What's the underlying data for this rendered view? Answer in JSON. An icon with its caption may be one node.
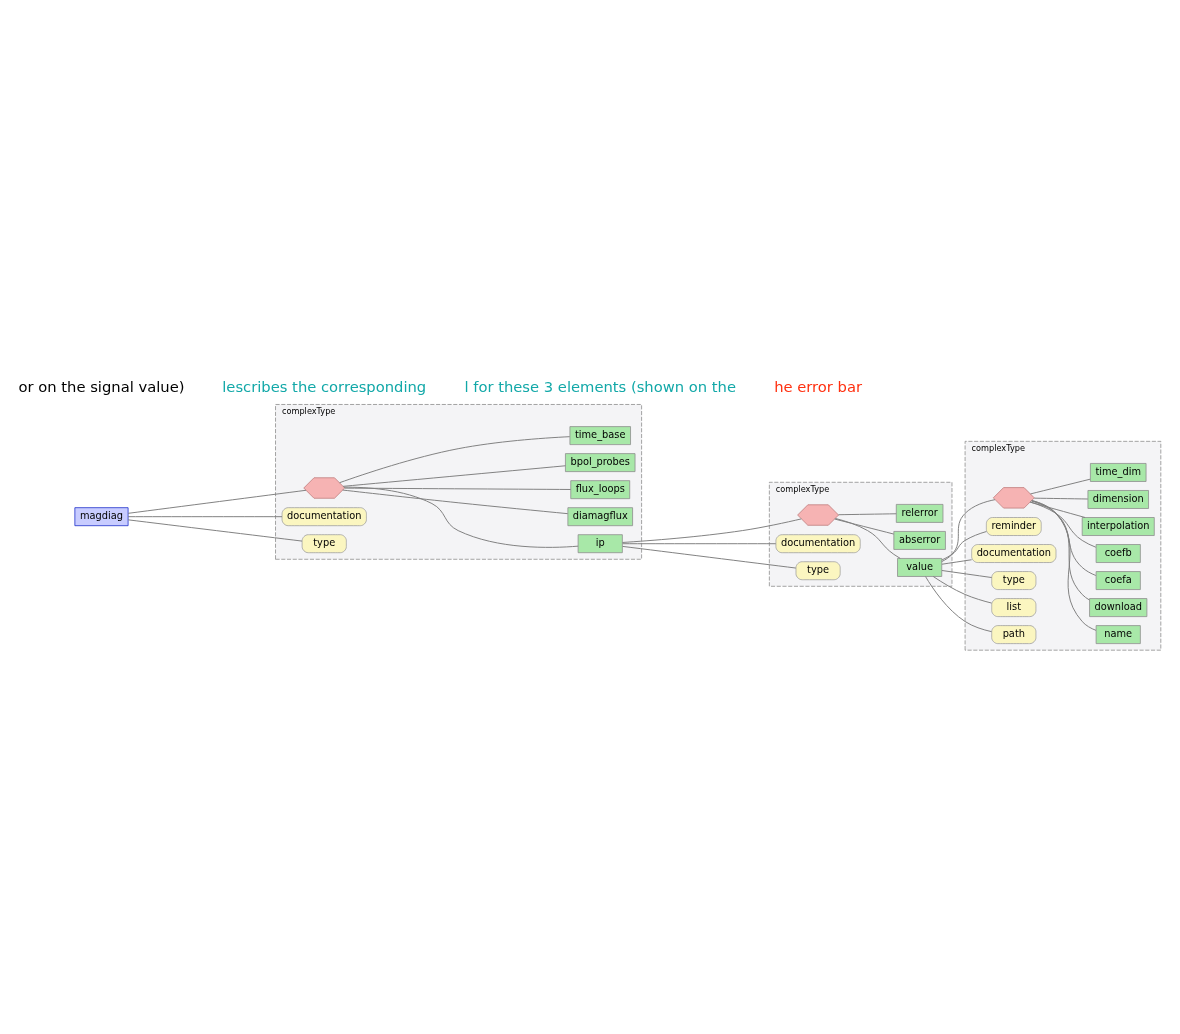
{
  "diagram": {
    "nodes": [
      {
        "text": [
          "magdiag"
        ]
      },
      {
        "text": [
          "complexType"
        ]
      },
      {
        "text": [],
        "shape": "hexagon",
        "in": 1
      },
      {
        "text": [
          "ip"
        ],
        "in": 1
      },
      {
        "text": [
          "diamagflux"
        ],
        "in": 1
      },
      {
        "text": [
          "flux_loops"
        ],
        "in": 1
      },
      {
        "text": [
          "bpol_probes"
        ],
        "in": 1
      },
      {
        "text": [
          "time_base"
        ],
        "in": 1
      },
      {
        "text": [
          "documentation"
        ],
        "in": 1
      },
      {
        "text": [
          "type"
        ],
        "in": 1
      },
      {
        "text": [
          "complexType"
        ]
      },
      {
        "text": [],
        "shape": "hexagon",
        "in": 10
      },
      {
        "text": [
          "value"
        ],
        "in": 10
      },
      {
        "text": [
          "abserror"
        ],
        "in": 10
      },
      {
        "text": [
          "relerror"
        ],
        "in": 10
      },
      {
        "text": [
          "documentation"
        ],
        "in": 10
      },
      {
        "text": [
          "type"
        ],
        "in": 10
      },
      {
        "text": [
          "complexType"
        ]
      },
      {
        "text": [],
        "shape": "hexagon",
        "in": 17
      },
      {
        "text": [
          "name"
        ],
        "in": 17
      },
      {
        "text": [
          "download"
        ],
        "in": 17
      },
      {
        "text": [
          "coefa"
        ],
        "in": 17
      },
      {
        "text": [
          "coefb"
        ],
        "in": 17
      },
      {
        "text": [
          "interpolation"
        ],
        "in": 17
      },
      {
        "text": [
          "dimension"
        ],
        "in": 17
      },
      {
        "text": [
          "time_dim"
        ],
        "in": 17
      },
      {
        "text": [
          "reminder"
        ],
        "in": 17
      },
      {
        "text": [
          "documentation"
        ],
        "in": 17
      },
      {
        "text": [
          "type"
        ],
        "in": 17
      },
      {
        "text": [
          "list"
        ],
        "in": 17
      },
      {
        "text": [
          "path"
        ],
        "in": 17
      }
    ],
    "edges": [
      {
        "from": 0,
        "to": 2,
        "arrow": "none"
      },
      {
        "from": 0,
        "to": 8,
        "arrow": "none"
      },
      {
        "from": 0,
        "to": 9,
        "arrow": "none"
      },
      {
        "from": 2,
        "to": 3,
        "arrow": "none"
      },
      {
        "from": 2,
        "to": 4,
        "arrow": "none"
      },
      {
        "from": 2,
        "to": 5,
        "arrow": "none"
      },
      {
        "from": 2,
        "to": 6,
        "arrow": "none"
      },
      {
        "from": 2,
        "to": 7,
        "arrow": "none"
      },
      {
        "from": 3,
        "to": 11,
        "arrow": "none"
      },
      {
        "from": 3,
        "to": 15,
        "arrow": "none"
      },
      {
        "from": 3,
        "to": 16,
        "arrow": "none"
      },
      {
        "from": 11,
        "to": 12,
        "arrow": "none"
      },
      {
        "from": 11,
        "to": 13,
        "arrow": "none"
      },
      {
        "from": 11,
        "to": 14,
        "arrow": "none"
      },
      {
        "from": 12,
        "to": 18,
        "arrow": "none"
      },
      {
        "from": 12,
        "to": 26,
        "arrow": "none"
      },
      {
        "from": 12,
        "to": 27,
        "arrow": "none"
      },
      {
        "from": 12,
        "to": 28,
        "arrow": "none"
      },
      {
        "from": 12,
        "to": 29,
        "arrow": "none"
      },
      {
        "from": 12,
        "to": 30,
        "arrow": "none"
      },
      {
        "from": 18,
        "to": 19,
        "arrow": "none"
      },
      {
        "from": 18,
        "to": 20,
        "arrow": "none"
      },
      {
        "from": 18,
        "to": 21,
        "arrow": "none"
      },
      {
        "from": 18,
        "to": 22,
        "arrow": "none"
      },
      {
        "from": 18,
        "to": 23,
        "arrow": "none"
      },
      {
        "from": 18,
        "to": 24,
        "arrow": "none"
      },
      {
        "from": 18,
        "to": 25,
        "arrow": "none"
      }
    ],
    "labels": [
      "or on the signal value)",
      "lescribes the corresponding",
      "l for these 3 elements (shown on the",
      "he error bar"
    ]
  }
}
